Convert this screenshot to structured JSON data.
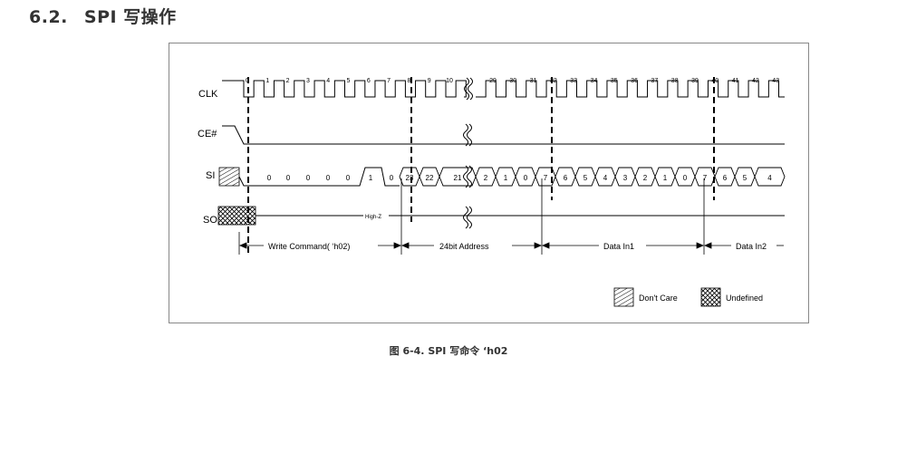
{
  "section": {
    "number": "6.2.",
    "title": "SPI 写操作"
  },
  "caption": "图 6-4. SPI 写命令 ‘h02",
  "signals": [
    "CLK",
    "CE#",
    "SI",
    "SO"
  ],
  "clock_labels": [
    "0",
    "1",
    "2",
    "3",
    "4",
    "5",
    "6",
    "7",
    "8",
    "9",
    "10",
    "29",
    "30",
    "31",
    "32",
    "33",
    "34",
    "35",
    "36",
    "37",
    "38",
    "39",
    "40",
    "41",
    "42",
    "43"
  ],
  "si_bits": [
    "0",
    "0",
    "0",
    "0",
    "0",
    "1",
    "0",
    "23",
    "22",
    "21",
    "2",
    "1",
    "0",
    "7",
    "6",
    "5",
    "4",
    "3",
    "2",
    "1",
    "0",
    "7",
    "6",
    "5",
    "4"
  ],
  "so_label": "High-Z",
  "phases": [
    "Write Command( ‘h02)",
    "24bit Address",
    "Data In1",
    "Data In2"
  ],
  "legend": [
    "Don't Care",
    "Undefined"
  ]
}
